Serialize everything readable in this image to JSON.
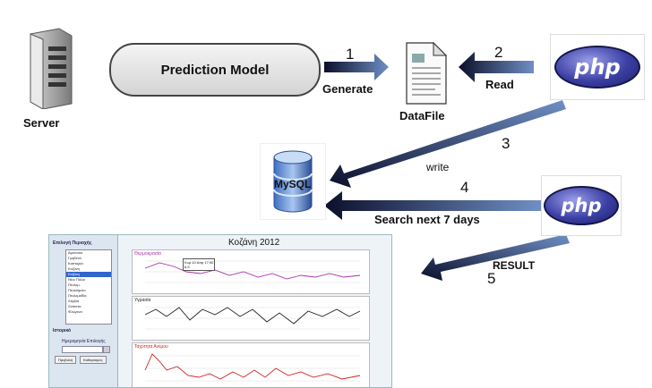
{
  "diagram": {
    "server_label": "Server",
    "prediction_model": "Prediction Model",
    "datafile_label": "DataFile",
    "mysql_label": "MySQL",
    "php_text": "php",
    "steps": [
      {
        "num": "1",
        "label": "Generate"
      },
      {
        "num": "2",
        "label": "Read"
      },
      {
        "num": "3",
        "label": "write"
      },
      {
        "num": "4",
        "label": "Search next 7 days"
      },
      {
        "num": "5",
        "label": "RESULT"
      }
    ]
  },
  "webapp": {
    "title": "Κοζάνη 2012",
    "region_heading": "Επιλογή Περιοχής",
    "regions": [
      "Αμύνταιο",
      "Γρεβενά",
      "Καστοριά",
      "Κοζάνη",
      "Κοζάνη",
      "Νέοι Πόλοι",
      "Πτολεμ.",
      "Πευκόφυτο",
      "Πτολεμαΐδα",
      "Σέρβια",
      "Σιάτιστα",
      "Φλώρινα"
    ],
    "selected_index": 4,
    "history_heading": "Ιστορικό",
    "date_label": "Ημερομηνία Επιλογής",
    "show_button": "Προβολή",
    "clear_button": "Καθαρισμός",
    "tooltip": "Κυρ 10 Απρ 17:00",
    "tooltip_value": "6.5",
    "panels": [
      {
        "title": "Θερμοκρασία",
        "color": "#aa33aa"
      },
      {
        "title": "Υγρασία",
        "color": "#222222"
      },
      {
        "title": "Ταχύτητα Ανέμου",
        "color": "#cc2222"
      }
    ]
  },
  "colors": {
    "arrow_dark": "#0c0f2a",
    "arrow_light": "#6f8fc4"
  }
}
